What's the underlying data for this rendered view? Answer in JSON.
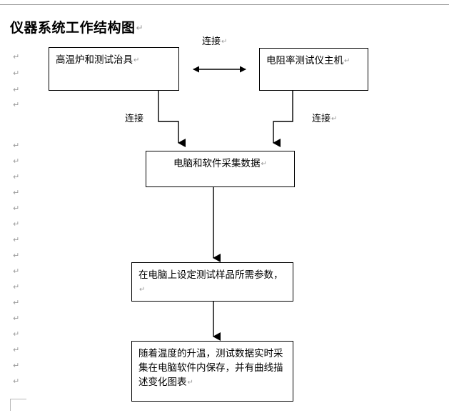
{
  "document": {
    "title": "仪器系统工作结构图",
    "pilcrow_glyph": "↵",
    "formatting_marks_visible": true
  },
  "diagram": {
    "type": "flowchart",
    "boxes": [
      {
        "id": "furnace",
        "label": "高温炉和测试治具"
      },
      {
        "id": "host",
        "label": "电阻率测试仪主机"
      },
      {
        "id": "acquire",
        "label": "电脑和软件采集数据"
      },
      {
        "id": "params",
        "label": "在电脑上设定测试样品所需参数，"
      },
      {
        "id": "record",
        "label": "随着温度的升温，测试数据实时采集在电脑软件内保存，并有曲线描述变化图表"
      }
    ],
    "connector_labels": {
      "top": "连接",
      "left": "连接",
      "right": "连接"
    },
    "line_color": "#000000"
  },
  "margin_marks": {
    "group_one_count": 4,
    "group_two_count": 8,
    "group_three_count": 8,
    "group_four_count": 1
  }
}
